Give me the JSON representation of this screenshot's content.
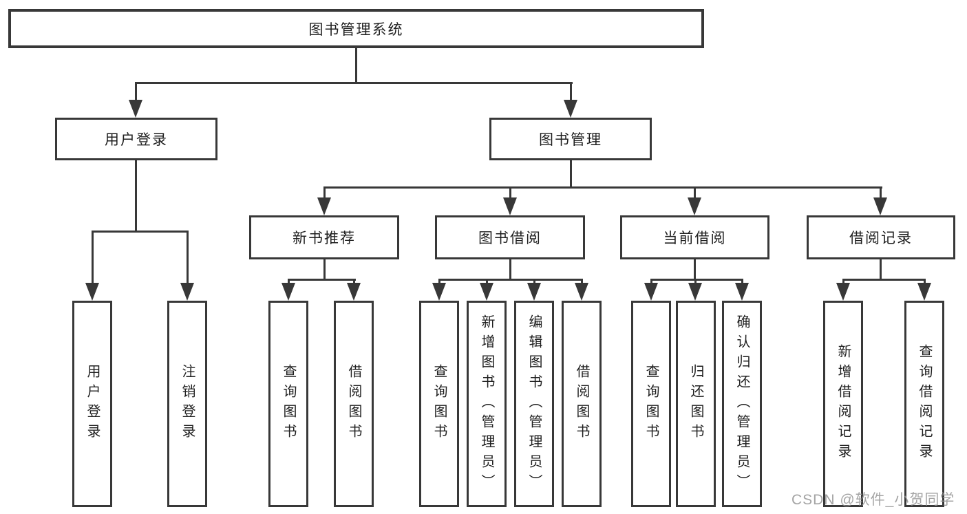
{
  "diagram": {
    "root": "图书管理系统",
    "children": [
      {
        "label": "用户登录",
        "children": [
          {
            "label": "用户登录"
          },
          {
            "label": "注销登录"
          }
        ]
      },
      {
        "label": "图书管理",
        "children": [
          {
            "label": "新书推荐",
            "children": [
              {
                "label": "查询图书"
              },
              {
                "label": "借阅图书"
              }
            ]
          },
          {
            "label": "图书借阅",
            "children": [
              {
                "label": "查询图书"
              },
              {
                "label": "新增图书（管理员）"
              },
              {
                "label": "编辑图书（管理员）"
              },
              {
                "label": "借阅图书"
              }
            ]
          },
          {
            "label": "当前借阅",
            "children": [
              {
                "label": "查询图书"
              },
              {
                "label": "归还图书"
              },
              {
                "label": "确认归还（管理员）"
              }
            ]
          },
          {
            "label": "借阅记录",
            "children": [
              {
                "label": "新增借阅记录"
              },
              {
                "label": "查询借阅记录"
              }
            ]
          }
        ]
      }
    ]
  },
  "watermark": "CSDN @软件_小贺同学",
  "colors": {
    "line": "#383838",
    "text": "#1f1f1f",
    "background": "#ffffff",
    "watermark": "#949494"
  }
}
